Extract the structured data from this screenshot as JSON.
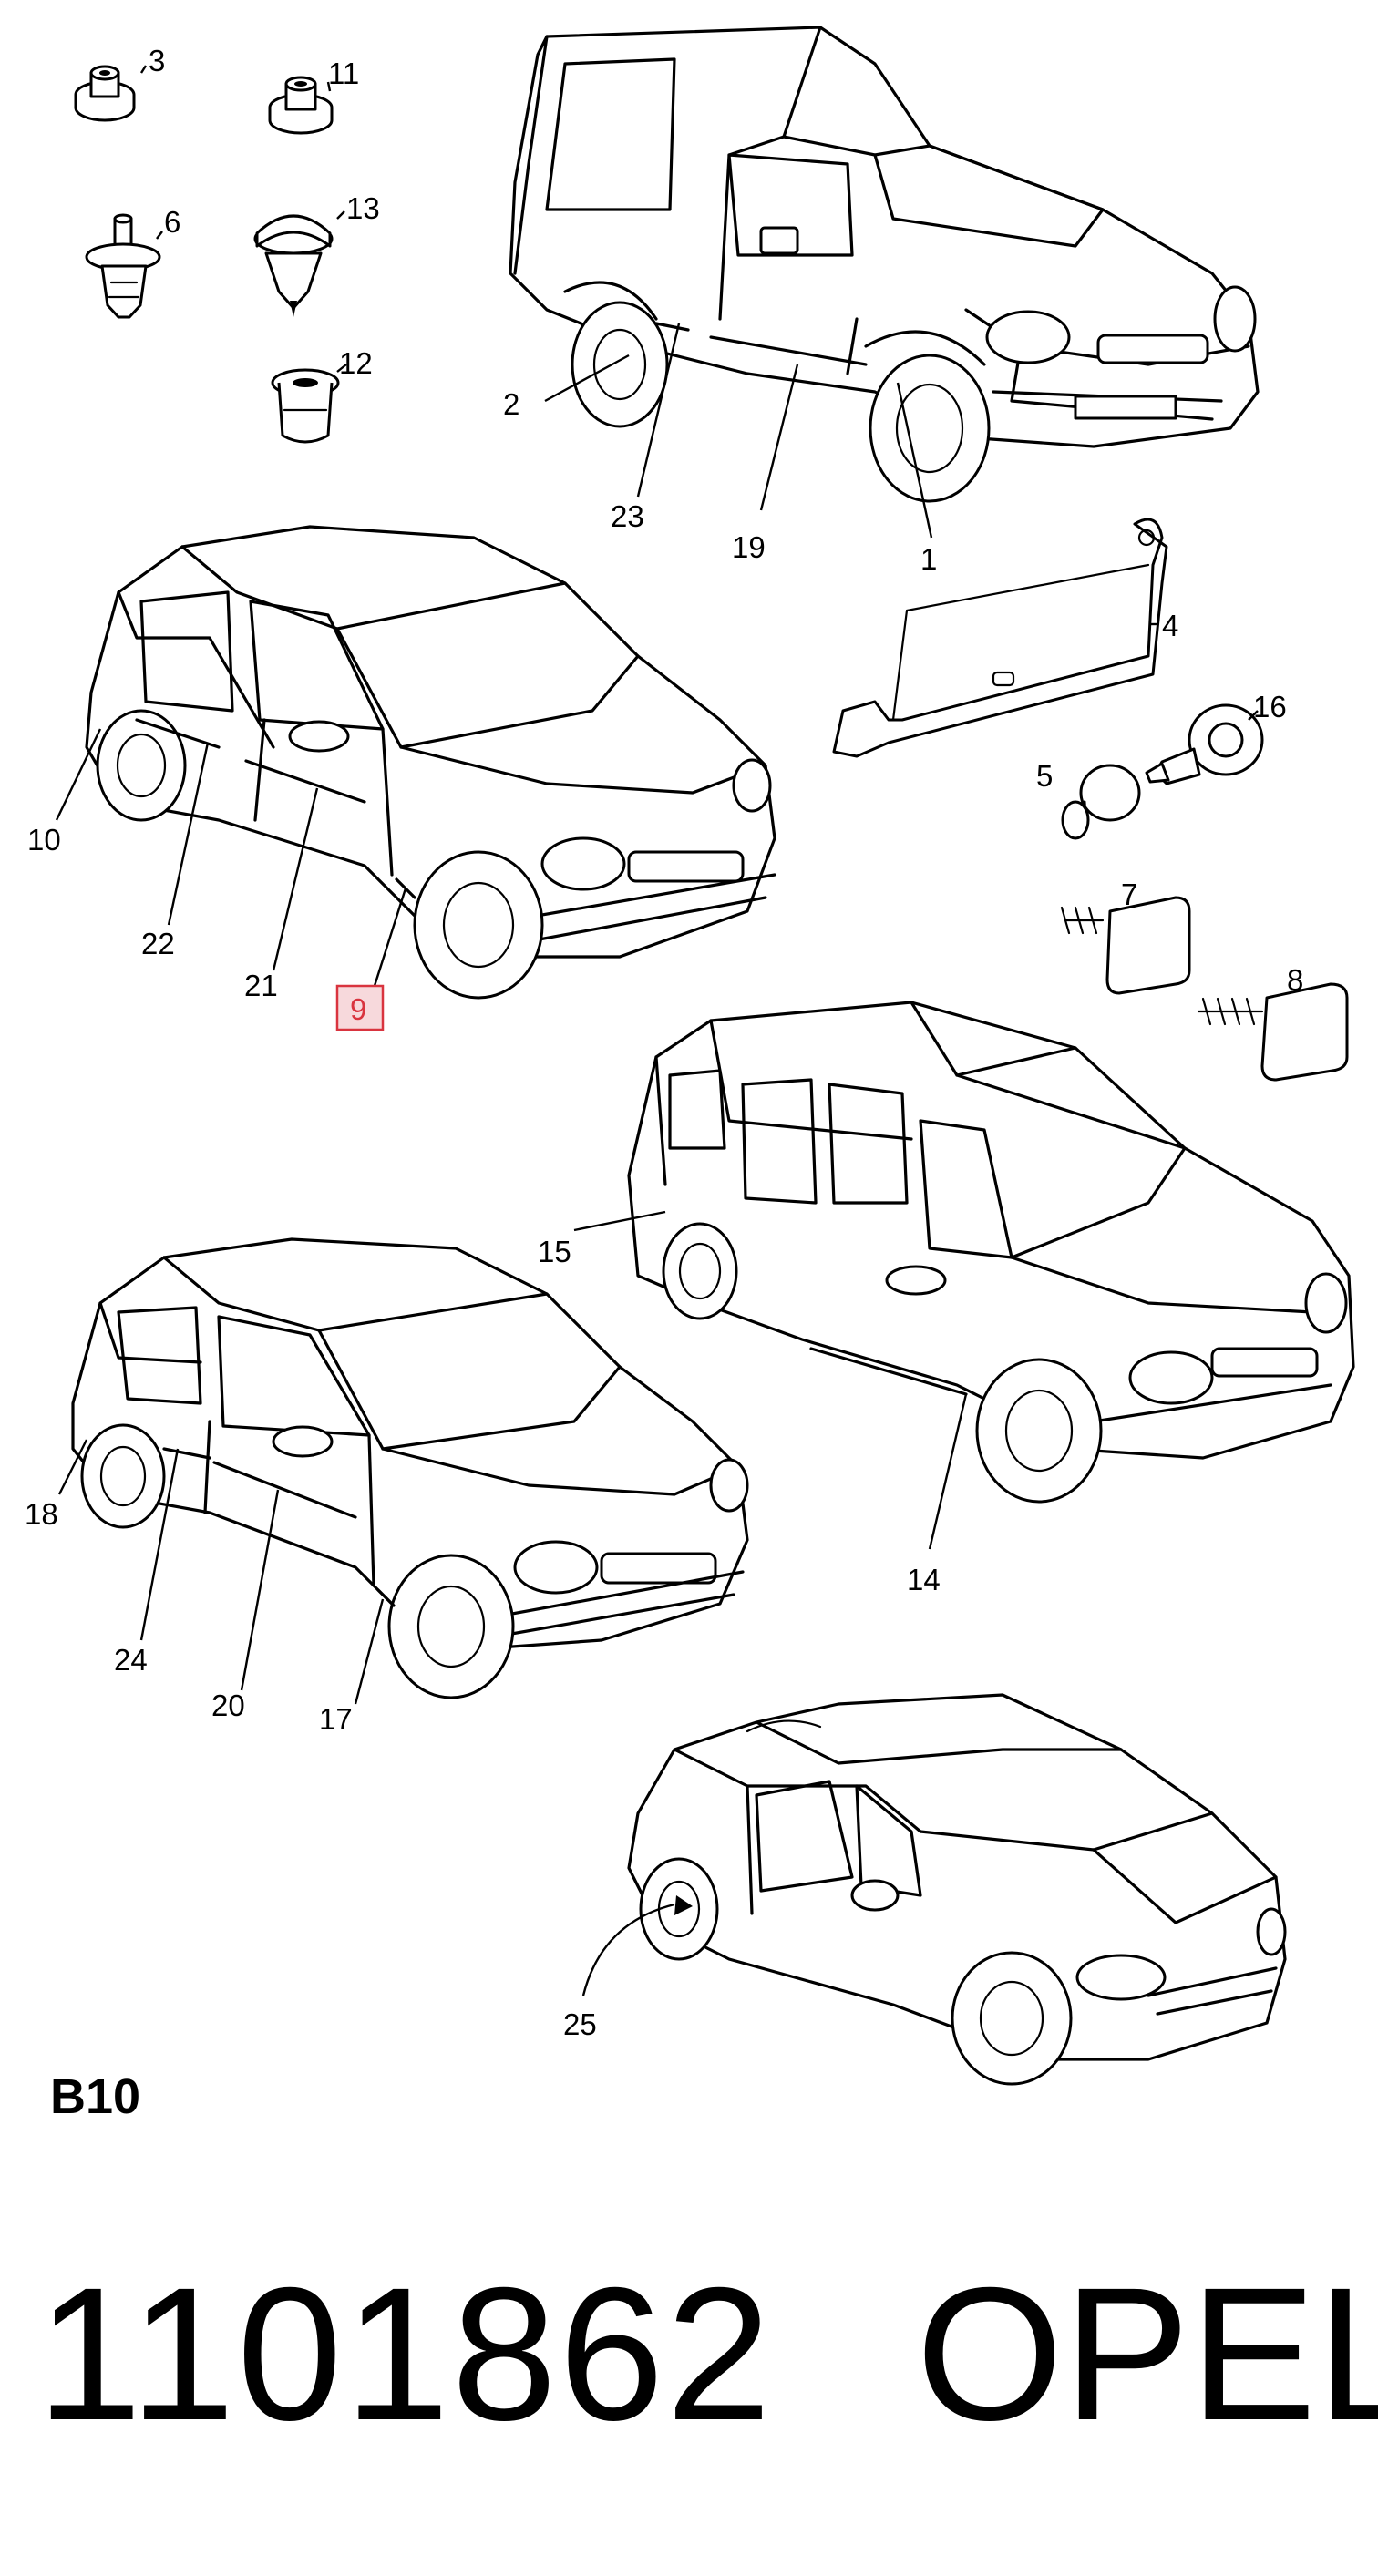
{
  "section_code": "B10",
  "part_number": "1101862",
  "brand": "OPEL",
  "highlight_color": "#d9343f",
  "highlighted_callout": "9",
  "callouts": {
    "c1": "1",
    "c2": "2",
    "c3": "3",
    "c4": "4",
    "c5": "5",
    "c6": "6",
    "c7": "7",
    "c8": "8",
    "c9": "9",
    "c10": "10",
    "c11": "11",
    "c12": "12",
    "c13": "13",
    "c14": "14",
    "c15": "15",
    "c16": "16",
    "c17": "17",
    "c18": "18",
    "c19": "19",
    "c20": "20",
    "c21": "21",
    "c22": "22",
    "c23": "23",
    "c24": "24",
    "c25": "25"
  }
}
